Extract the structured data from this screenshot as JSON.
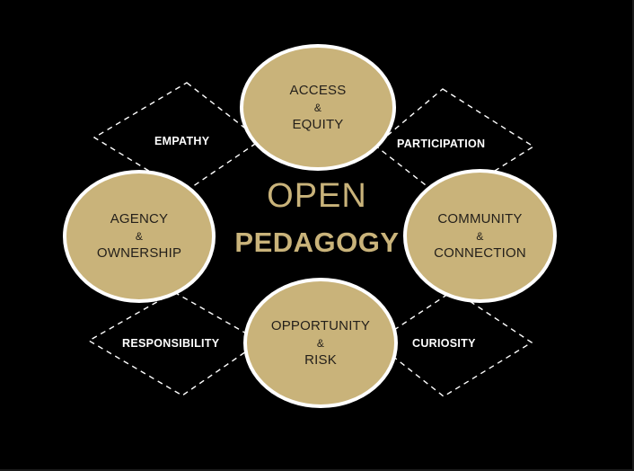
{
  "colors": {
    "background": "#000000",
    "circle_fill": "#c9b37a",
    "circle_border": "#ffffff",
    "circle_text": "#231f1a",
    "title_color": "#c9b37a",
    "label_color": "#ffffff"
  },
  "title": {
    "line1": "OPEN",
    "line2": "PEDAGOGY"
  },
  "circles": {
    "top": {
      "line1": "ACCESS",
      "amp": "&",
      "line2": "EQUITY"
    },
    "left": {
      "line1": "AGENCY",
      "amp": "&",
      "line2": "OWNERSHIP"
    },
    "right": {
      "line1": "COMMUNITY",
      "amp": "&",
      "line2": "CONNECTION"
    },
    "bottom": {
      "line1": "OPPORTUNITY",
      "amp": "&",
      "line2": "RISK"
    }
  },
  "diamond_labels": {
    "top_left": "EMPATHY",
    "top_right": "PARTICIPATION",
    "bottom_left": "RESPONSIBILITY",
    "bottom_right": "CURIOSITY"
  }
}
